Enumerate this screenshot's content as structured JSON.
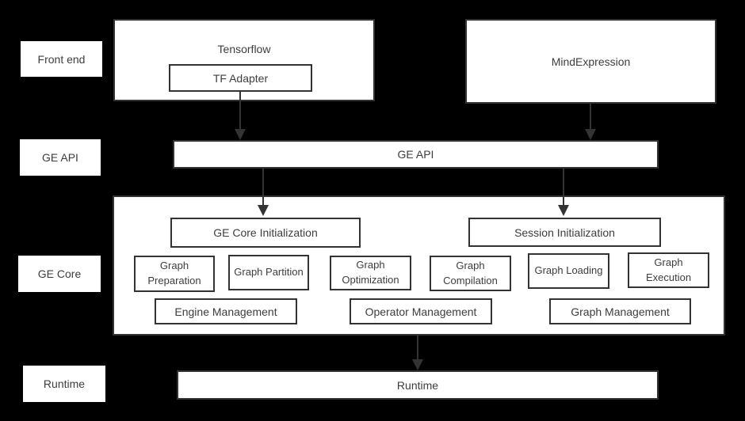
{
  "colors": {
    "background": "#000000",
    "box_fill": "#ffffff",
    "box_border": "#333333",
    "text": "#3d3d3d",
    "arrow": "#333333"
  },
  "row_labels": {
    "front_end": "Front end",
    "ge_api": "GE API",
    "ge_core": "GE Core",
    "runtime": "Runtime"
  },
  "front_end": {
    "tensorflow_label": "Tensorflow",
    "tf_adapter_label": "TF Adapter",
    "mind_expression_label": "MindExpression"
  },
  "ge_api_bar_label": "GE API",
  "ge_core": {
    "init_label": "GE Core Initialization",
    "session_label": "Session Initialization",
    "stages": [
      {
        "label": "Graph Preparation"
      },
      {
        "label": "Graph Partition"
      },
      {
        "label": "Graph Optimization"
      },
      {
        "label": "Graph Compilation"
      },
      {
        "label": "Graph Loading"
      },
      {
        "label": "Graph Execution"
      }
    ],
    "management": [
      {
        "label": "Engine Management"
      },
      {
        "label": "Operator Management"
      },
      {
        "label": "Graph Management"
      }
    ]
  },
  "runtime_bar_label": "Runtime"
}
